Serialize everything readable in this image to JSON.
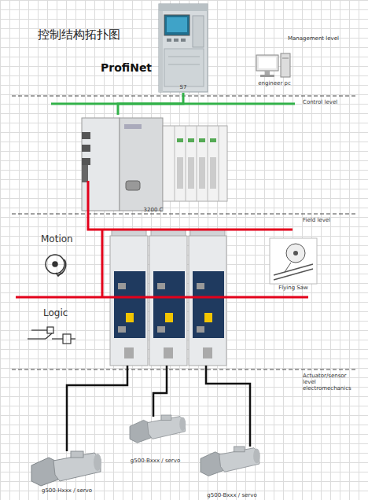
{
  "diagram": {
    "title": "控制结构拓扑图",
    "nodes": [
      {
        "text": [
          "S7"
        ]
      },
      {
        "text": [
          "engineer pc"
        ]
      },
      {
        "text": [
          "3200 C"
        ]
      },
      {
        "text": [
          "Flying Saw"
        ]
      },
      {
        "text": [
          "g500-Hxxx / servo"
        ]
      },
      {
        "text": [
          "g500-Bxxx / servo"
        ]
      },
      {
        "text": [
          "g500-Bxxx / servo"
        ]
      }
    ],
    "edges": [
      {
        "from": 0,
        "to": 2,
        "arrow": "none"
      }
    ],
    "labels": [
      "ProfiNet",
      "Management level",
      "Control level",
      "Field level",
      "Actuator/sensor level electromechanics",
      "Motion",
      "Logic"
    ]
  }
}
